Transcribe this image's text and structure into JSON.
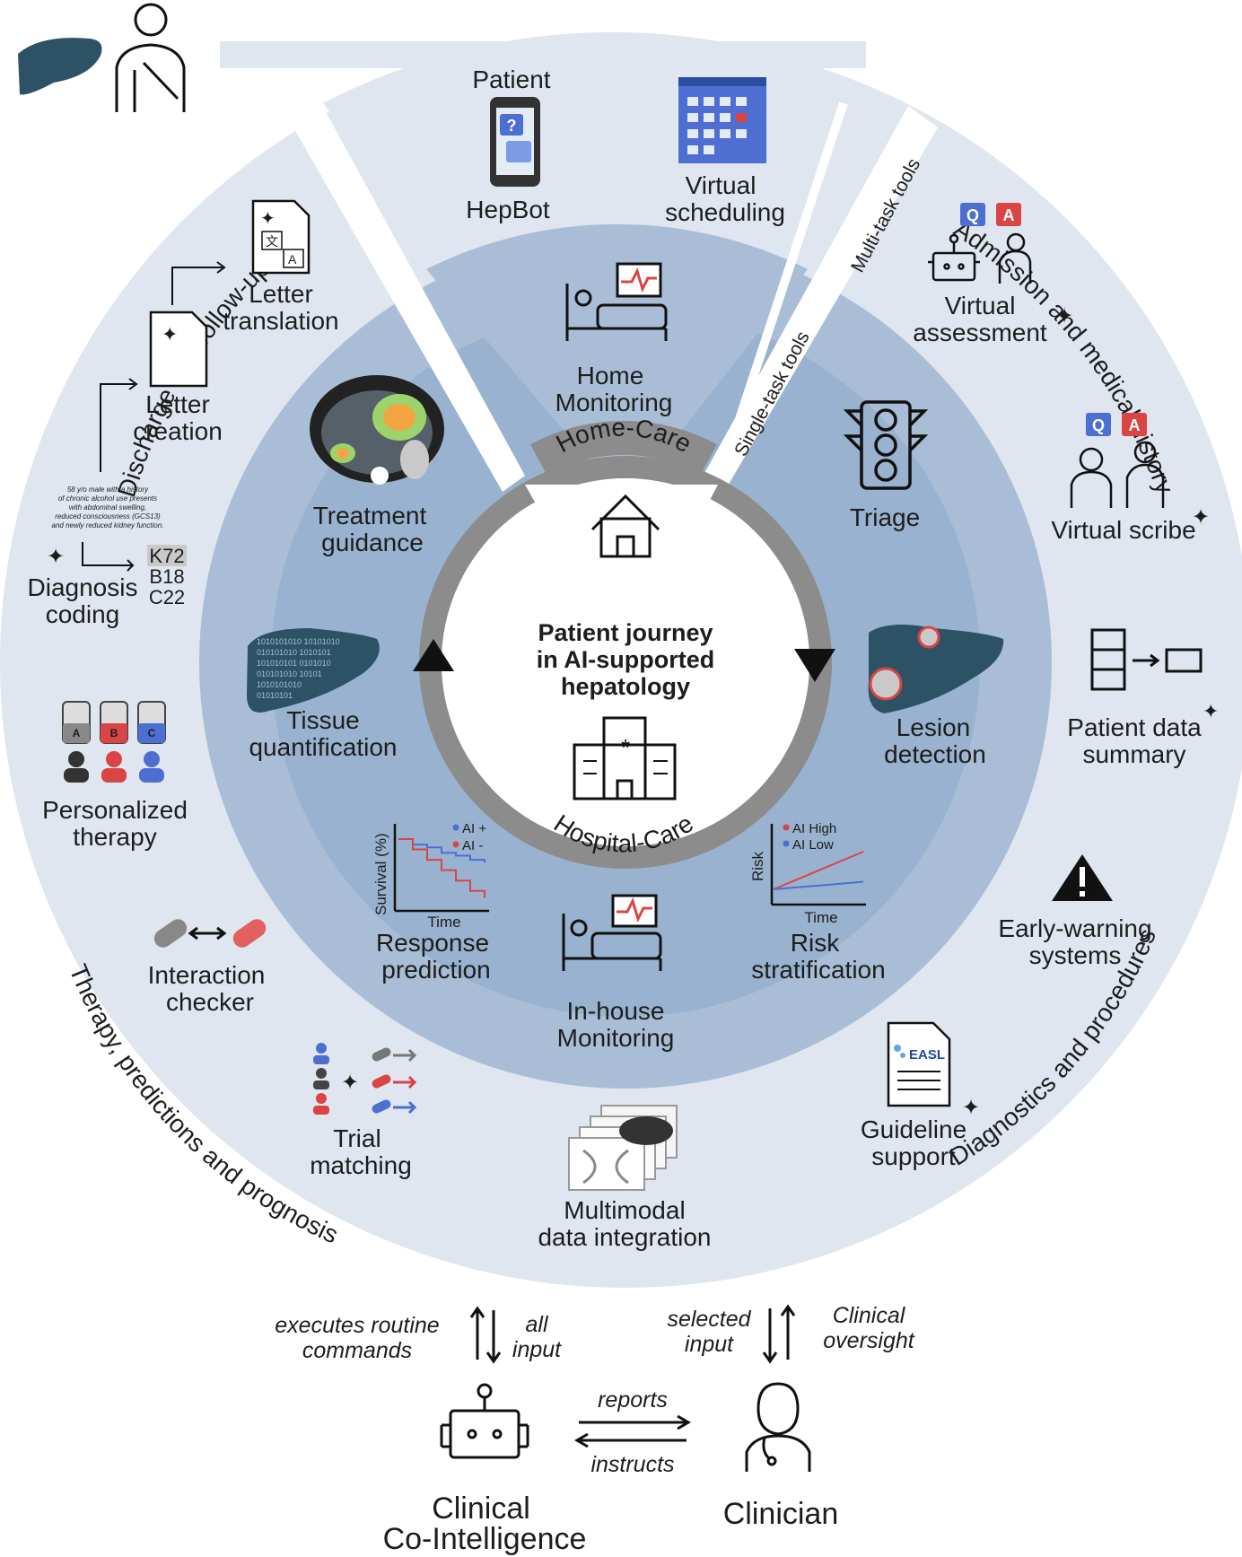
{
  "center": {
    "title_lines": [
      "Patient journey",
      "in AI-supported",
      "hepatology"
    ],
    "home_care": "Home-Care",
    "hospital_care": "Hospital-Care"
  },
  "outer_ring": {
    "discharge": "Discharge and follow-up",
    "admission": "Admission and medical history",
    "diagnostics": "Diagnostics and procedures",
    "therapy": "Therapy, predictions and prognosis"
  },
  "tool_tiers": {
    "multi_task": "Multi-task tools",
    "single_task": "Single-task tools"
  },
  "top_wedge": {
    "patient": "Patient",
    "hepbot": "HepBot",
    "hepbot_q": "?",
    "virtual_scheduling": [
      "Virtual",
      "scheduling"
    ]
  },
  "outer_items": {
    "virtual_assessment": [
      "Virtual",
      "assessment"
    ],
    "virtual_scribe": "Virtual scribe",
    "patient_data_summary": [
      "Patient data",
      "summary"
    ],
    "early_warning": [
      "Early-warning",
      "systems"
    ],
    "guideline_support": [
      "Guideline",
      "support"
    ],
    "guideline_doc": "EASL",
    "multimodal": [
      "Multimodal",
      "data integration"
    ],
    "trial_matching": [
      "Trial",
      "matching"
    ],
    "interaction_checker": [
      "Interaction",
      "checker"
    ],
    "personalized_therapy": [
      "Personalized",
      "therapy"
    ],
    "blood_bags": [
      "A",
      "B",
      "C"
    ],
    "diagnosis_coding": [
      "Diagnosis",
      "coding"
    ],
    "codes": [
      "K72",
      "B18",
      "C22"
    ],
    "clinical_note": [
      "58 y/o male with a history",
      "of chronic alcohol use presents",
      "with abdominal swelling,",
      "reduced consciousness (GCS13)",
      "and newly reduced kidney function."
    ],
    "letter_creation": [
      "Letter",
      "creation"
    ],
    "letter_translation": [
      "Letter",
      "translation"
    ],
    "qa": [
      "Q",
      "A"
    ]
  },
  "inner_items": {
    "home_monitoring": [
      "Home",
      "Monitoring"
    ],
    "treatment_guidance": [
      "Treatment",
      "guidance"
    ],
    "triage": "Triage",
    "tissue_quantification": [
      "Tissue",
      "quantification"
    ],
    "lesion_detection": [
      "Lesion",
      "detection"
    ],
    "response_prediction": [
      "Response",
      "prediction"
    ],
    "risk_stratification": [
      "Risk",
      "stratification"
    ],
    "inhouse_monitoring": [
      "In-house",
      "Monitoring"
    ]
  },
  "response_chart": {
    "ylabel": "Survival (%)",
    "xlabel": "Time",
    "legend": [
      "AI +",
      "AI -"
    ]
  },
  "risk_chart": {
    "ylabel": "Risk",
    "xlabel": "Time",
    "legend": [
      "AI High",
      "AI  Low"
    ]
  },
  "bottom": {
    "executes": [
      "executes routine",
      "commands"
    ],
    "all_input": [
      "all",
      "input"
    ],
    "selected_input": [
      "selected",
      "input"
    ],
    "clinical_oversight": [
      "Clinical",
      "oversight"
    ],
    "reports": "reports",
    "instructs": "instructs",
    "coint": [
      "Clinical",
      "Co-Intelligence"
    ],
    "clinician": "Clinician"
  },
  "colors": {
    "outer_ring": "#dfe6ef",
    "mid_ring": "#a9bed6",
    "inner_ring": "#98b2cf",
    "gray_ring": "#8c8c8c",
    "liver": "#2d5266",
    "accent_blue": "#4d6fd1",
    "accent_red": "#d94444"
  },
  "chart_data": [
    {
      "type": "line",
      "title": "",
      "xlabel": "Time",
      "ylabel": "Survival (%)",
      "series": [
        {
          "name": "AI +",
          "values": [
            100,
            92,
            88,
            80,
            76,
            70,
            66
          ]
        },
        {
          "name": "AI -",
          "values": [
            100,
            85,
            70,
            55,
            40,
            25,
            15
          ]
        }
      ],
      "x": [
        0,
        1,
        2,
        3,
        4,
        5,
        6
      ],
      "ylim": [
        0,
        100
      ]
    },
    {
      "type": "line",
      "title": "",
      "xlabel": "Time",
      "ylabel": "Risk",
      "series": [
        {
          "name": "AI High",
          "values": [
            20,
            80
          ]
        },
        {
          "name": "AI  Low",
          "values": [
            20,
            32
          ]
        }
      ],
      "x": [
        0,
        1
      ],
      "ylim": [
        0,
        100
      ]
    }
  ]
}
